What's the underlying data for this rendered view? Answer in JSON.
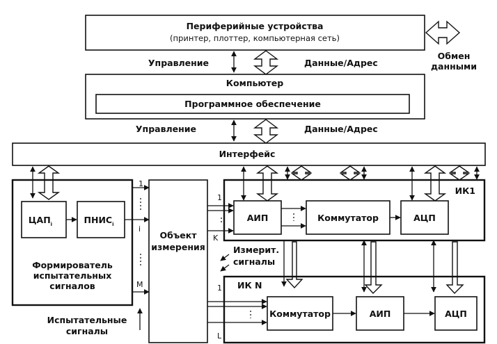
{
  "peripherals": {
    "title": "Периферийные устройства",
    "subtitle": "(принтер, плоттер, компьютерная сеть)"
  },
  "exchange": {
    "line1": "Обмен",
    "line2": "данными"
  },
  "labels": {
    "control_top": "Управление",
    "data_top": "Данные/Адрес",
    "control_mid": "Управление",
    "data_mid": "Данные/Адрес"
  },
  "computer": {
    "title": "Компьютер",
    "software": "Программное обеспечение"
  },
  "interface": {
    "title": "Интерфейс"
  },
  "generator": {
    "dac": "ЦАП",
    "dac_sub": "i",
    "pnis": "ПНИС",
    "pnis_sub": "i",
    "caption_line1": "Формирователь",
    "caption_line2": "испытательных",
    "caption_line3": "сигналов"
  },
  "object": {
    "line1": "Объект",
    "line2": "измерения"
  },
  "indices": {
    "gen_top": "1",
    "gen_mid": "i",
    "gen_bottom": "M",
    "ik1_top": "1",
    "ik1_bottom": "K",
    "ikn_top": "1",
    "ikn_bottom": "L"
  },
  "measured": {
    "line1": "Измерит.",
    "line2": "сигналы"
  },
  "test_signals": {
    "line1": "Испытательные",
    "line2": "сигналы"
  },
  "ik1": {
    "title": "ИК1",
    "aip": "АИП",
    "commutator": "Коммутатор",
    "adc": "АЦП"
  },
  "ikn": {
    "title": "ИК N",
    "commutator": "Коммутатор",
    "aip": "АИП",
    "adc": "АЦП"
  }
}
